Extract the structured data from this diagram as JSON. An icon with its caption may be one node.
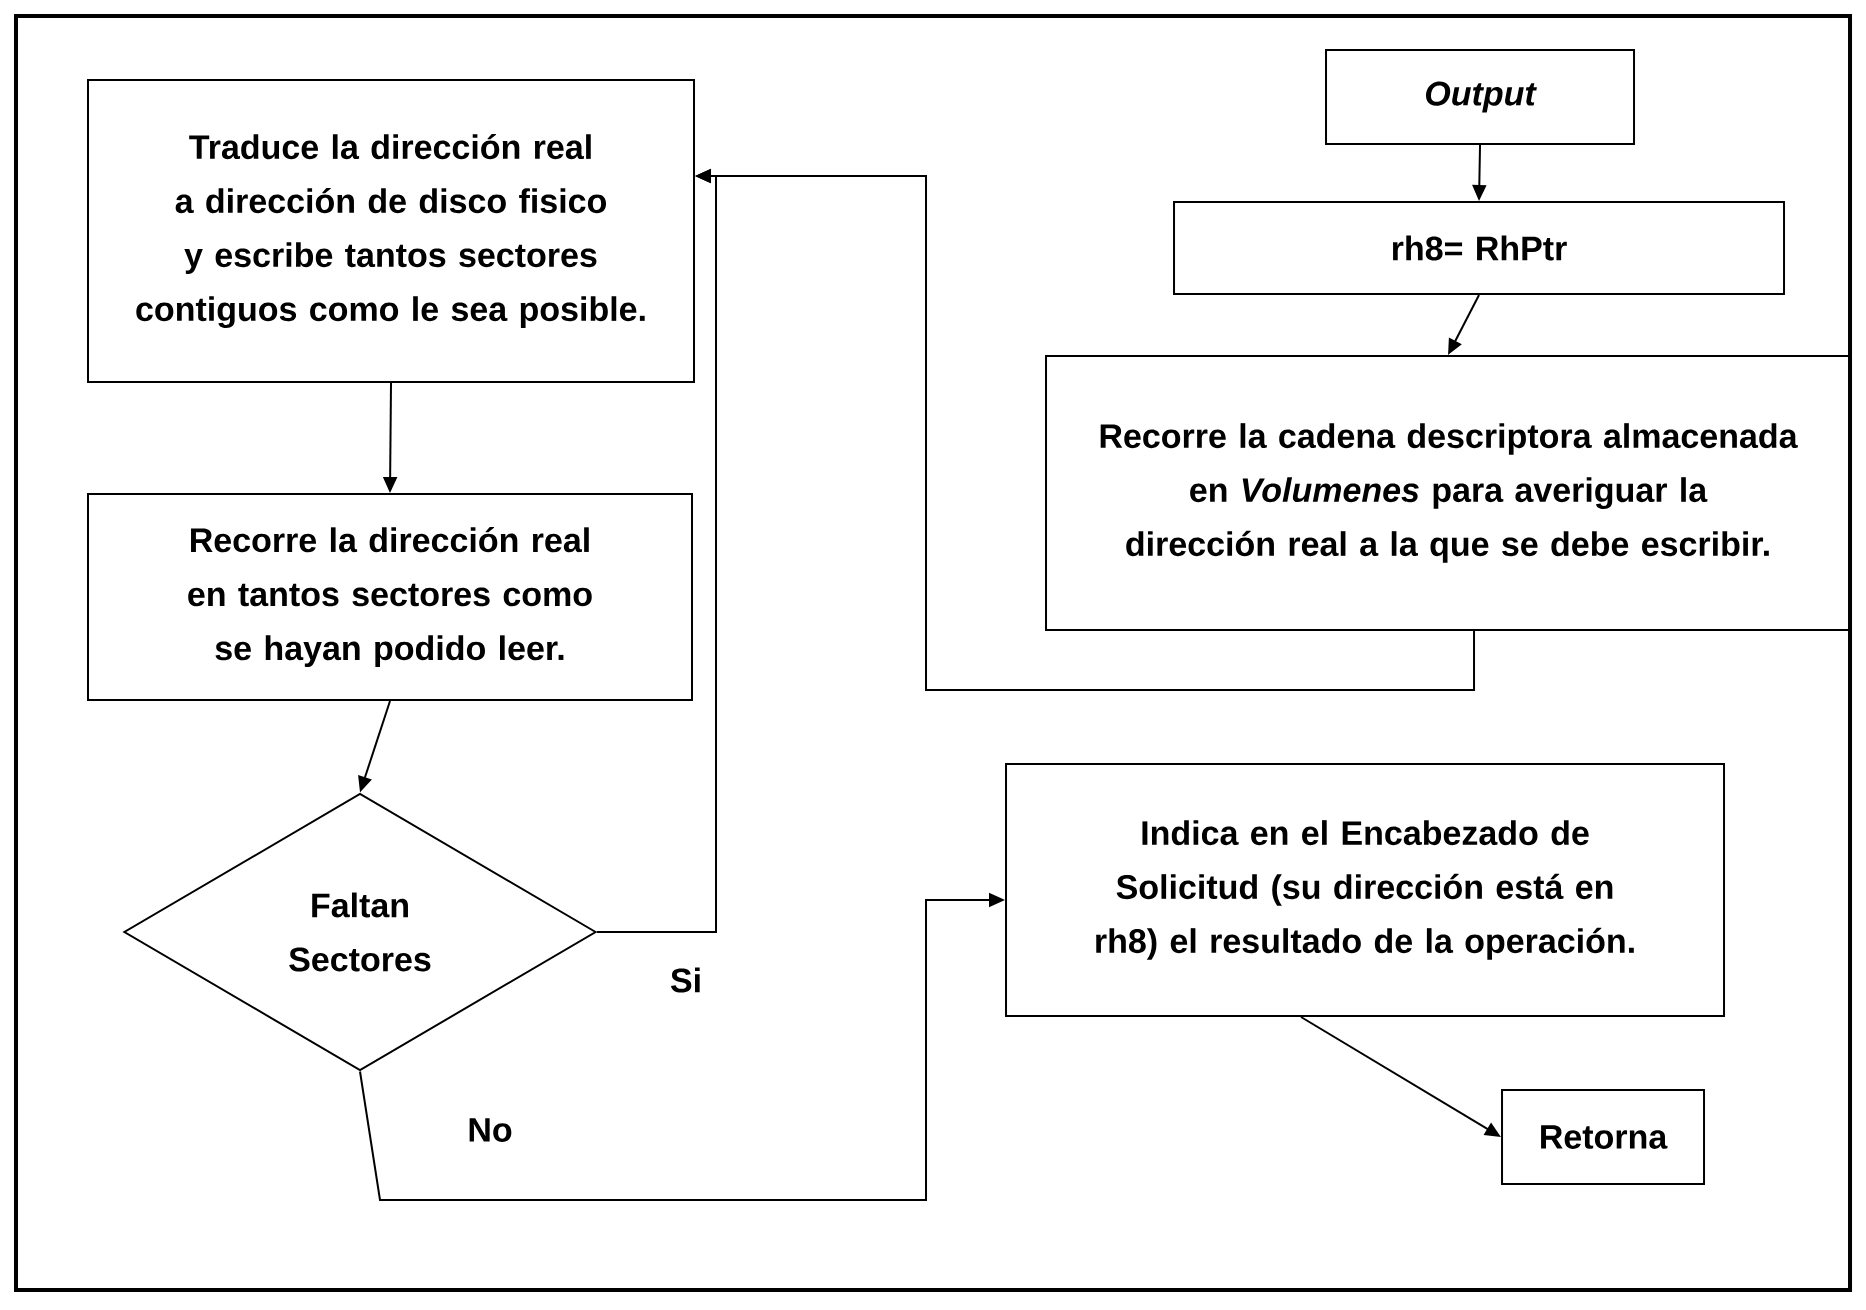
{
  "diagram": {
    "nodes": [
      {
        "text": [
          "Output"
        ]
      },
      {
        "text": [
          "rh8= RhPtr"
        ]
      },
      {
        "text": [
          "Recorre la cadena descriptora almacenada en *Volumenes* para averiguar la dirección real a la que se debe escribir."
        ]
      },
      {
        "text": [
          "Traduce la dirección real a dirección de disco fisico y escribe tantos sectores contiguos como le sea posible."
        ]
      },
      {
        "text": [
          "Recorre la dirección real en tantos sectores como se hayan podido leer."
        ]
      },
      {
        "text": [
          "Faltan Sectores"
        ]
      },
      {
        "text": [
          "Indica en el Encabezado de Solicitud (su dirección está en rh8) el resultado de la operación."
        ]
      },
      {
        "text": [
          "Retorna"
        ]
      }
    ],
    "edges": [
      {
        "from": 0,
        "to": 1,
        "arrow": "to"
      },
      {
        "from": 1,
        "to": 2,
        "arrow": "to"
      },
      {
        "from": 2,
        "to": 3,
        "arrow": "to"
      },
      {
        "from": 3,
        "to": 4,
        "arrow": "to"
      },
      {
        "from": 4,
        "to": 5,
        "arrow": "to"
      },
      {
        "from": 5,
        "to": 3,
        "arrow": "to",
        "label": "Si"
      },
      {
        "from": 5,
        "to": 6,
        "arrow": "to",
        "label": "No"
      },
      {
        "from": 6,
        "to": 7,
        "arrow": "to"
      }
    ]
  }
}
